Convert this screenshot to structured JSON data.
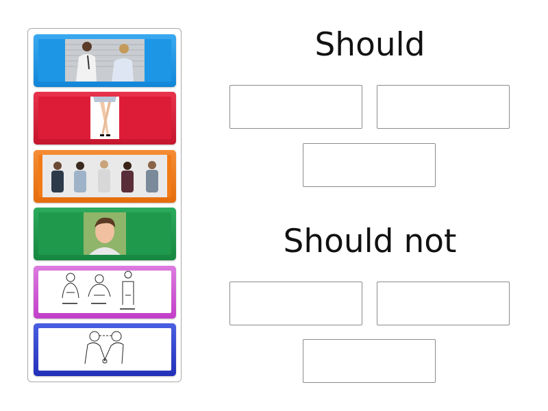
{
  "groups": [
    {
      "title": "Should",
      "slots": 3
    },
    {
      "title": "Should not",
      "slots": 3
    }
  ],
  "tiles": [
    {
      "image": "two-colleagues-talking-photo",
      "color": "#1e96e6"
    },
    {
      "image": "crossed-legs-photo",
      "color": "#dd1c38"
    },
    {
      "image": "people-waiting-in-chairs-photo",
      "color": "#f27a17"
    },
    {
      "image": "smiling-man-portrait-photo",
      "color": "#1f9a4c"
    },
    {
      "image": "hand-positions-illustration",
      "color": "#cf4fd6"
    },
    {
      "image": "handshake-eye-contact-illustration",
      "color": "#3a4fd8"
    }
  ]
}
